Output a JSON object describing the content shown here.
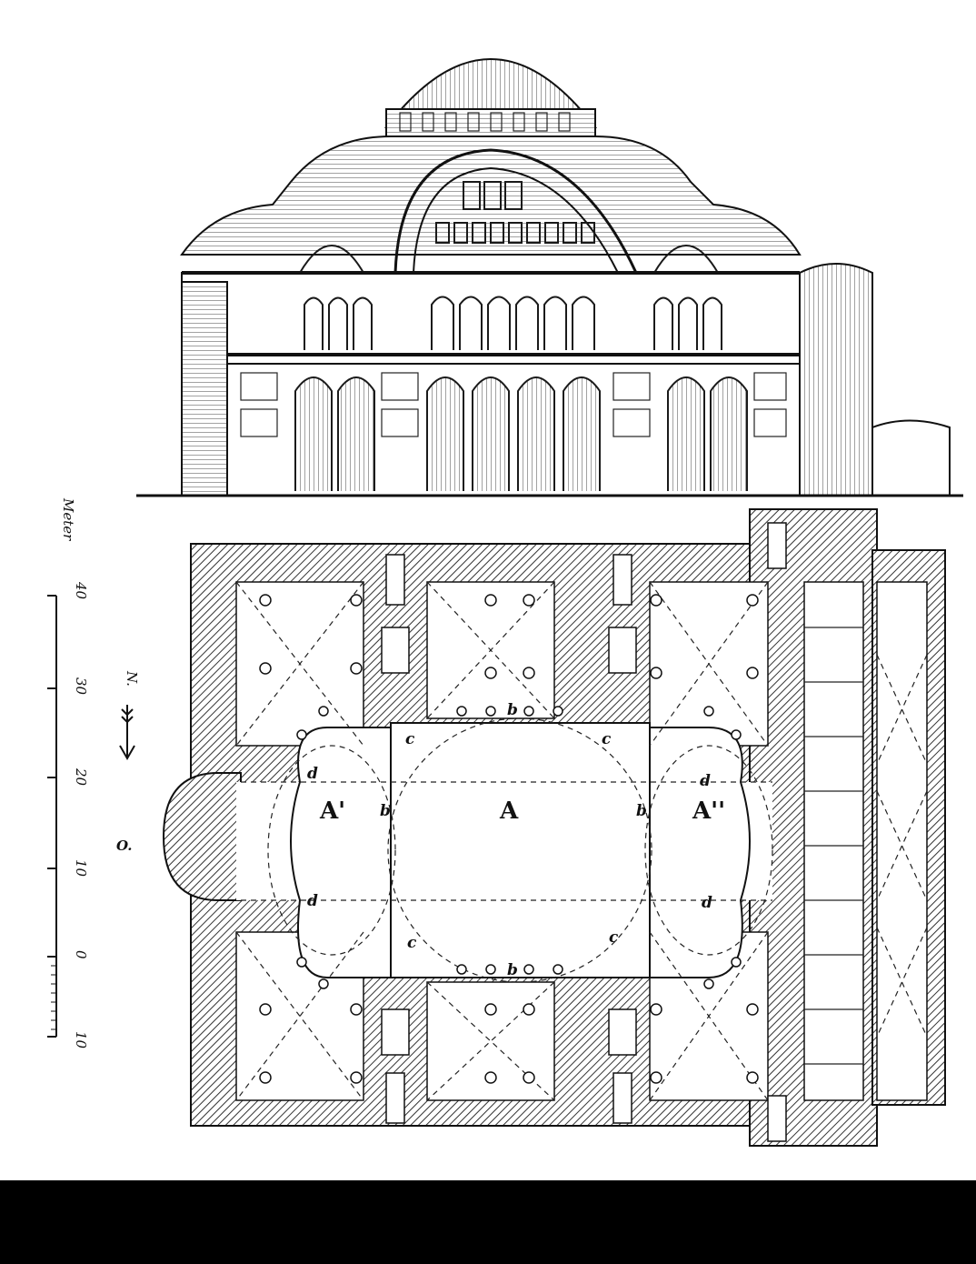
{
  "scale": {
    "unit_label": "Meter",
    "ticks": [
      "40",
      "30",
      "20",
      "10",
      "0",
      "10"
    ]
  },
  "orientation": {
    "north_label": "N.",
    "origin_label": "O."
  },
  "plan_labels": {
    "main_space": "A",
    "west_space": "A'",
    "east_space": "A''",
    "pier_b": "b",
    "corner_c": "c",
    "exedra_d": "d"
  }
}
